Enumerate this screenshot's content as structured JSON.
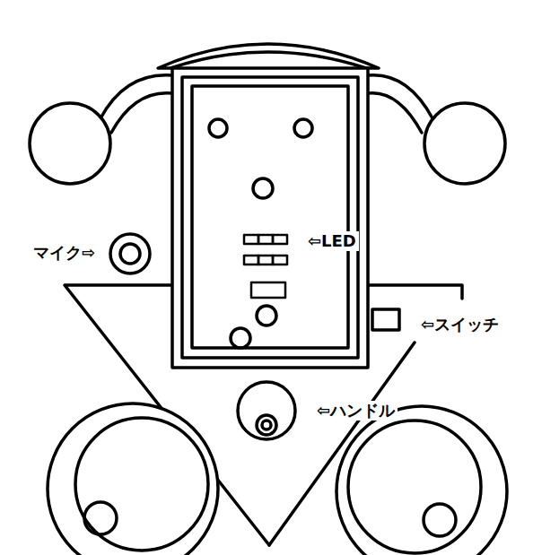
{
  "diagram": {
    "labels": [
      "マイク⇨",
      "⇦LED",
      "⇦スイッチ",
      "⇦ハンドル"
    ]
  }
}
